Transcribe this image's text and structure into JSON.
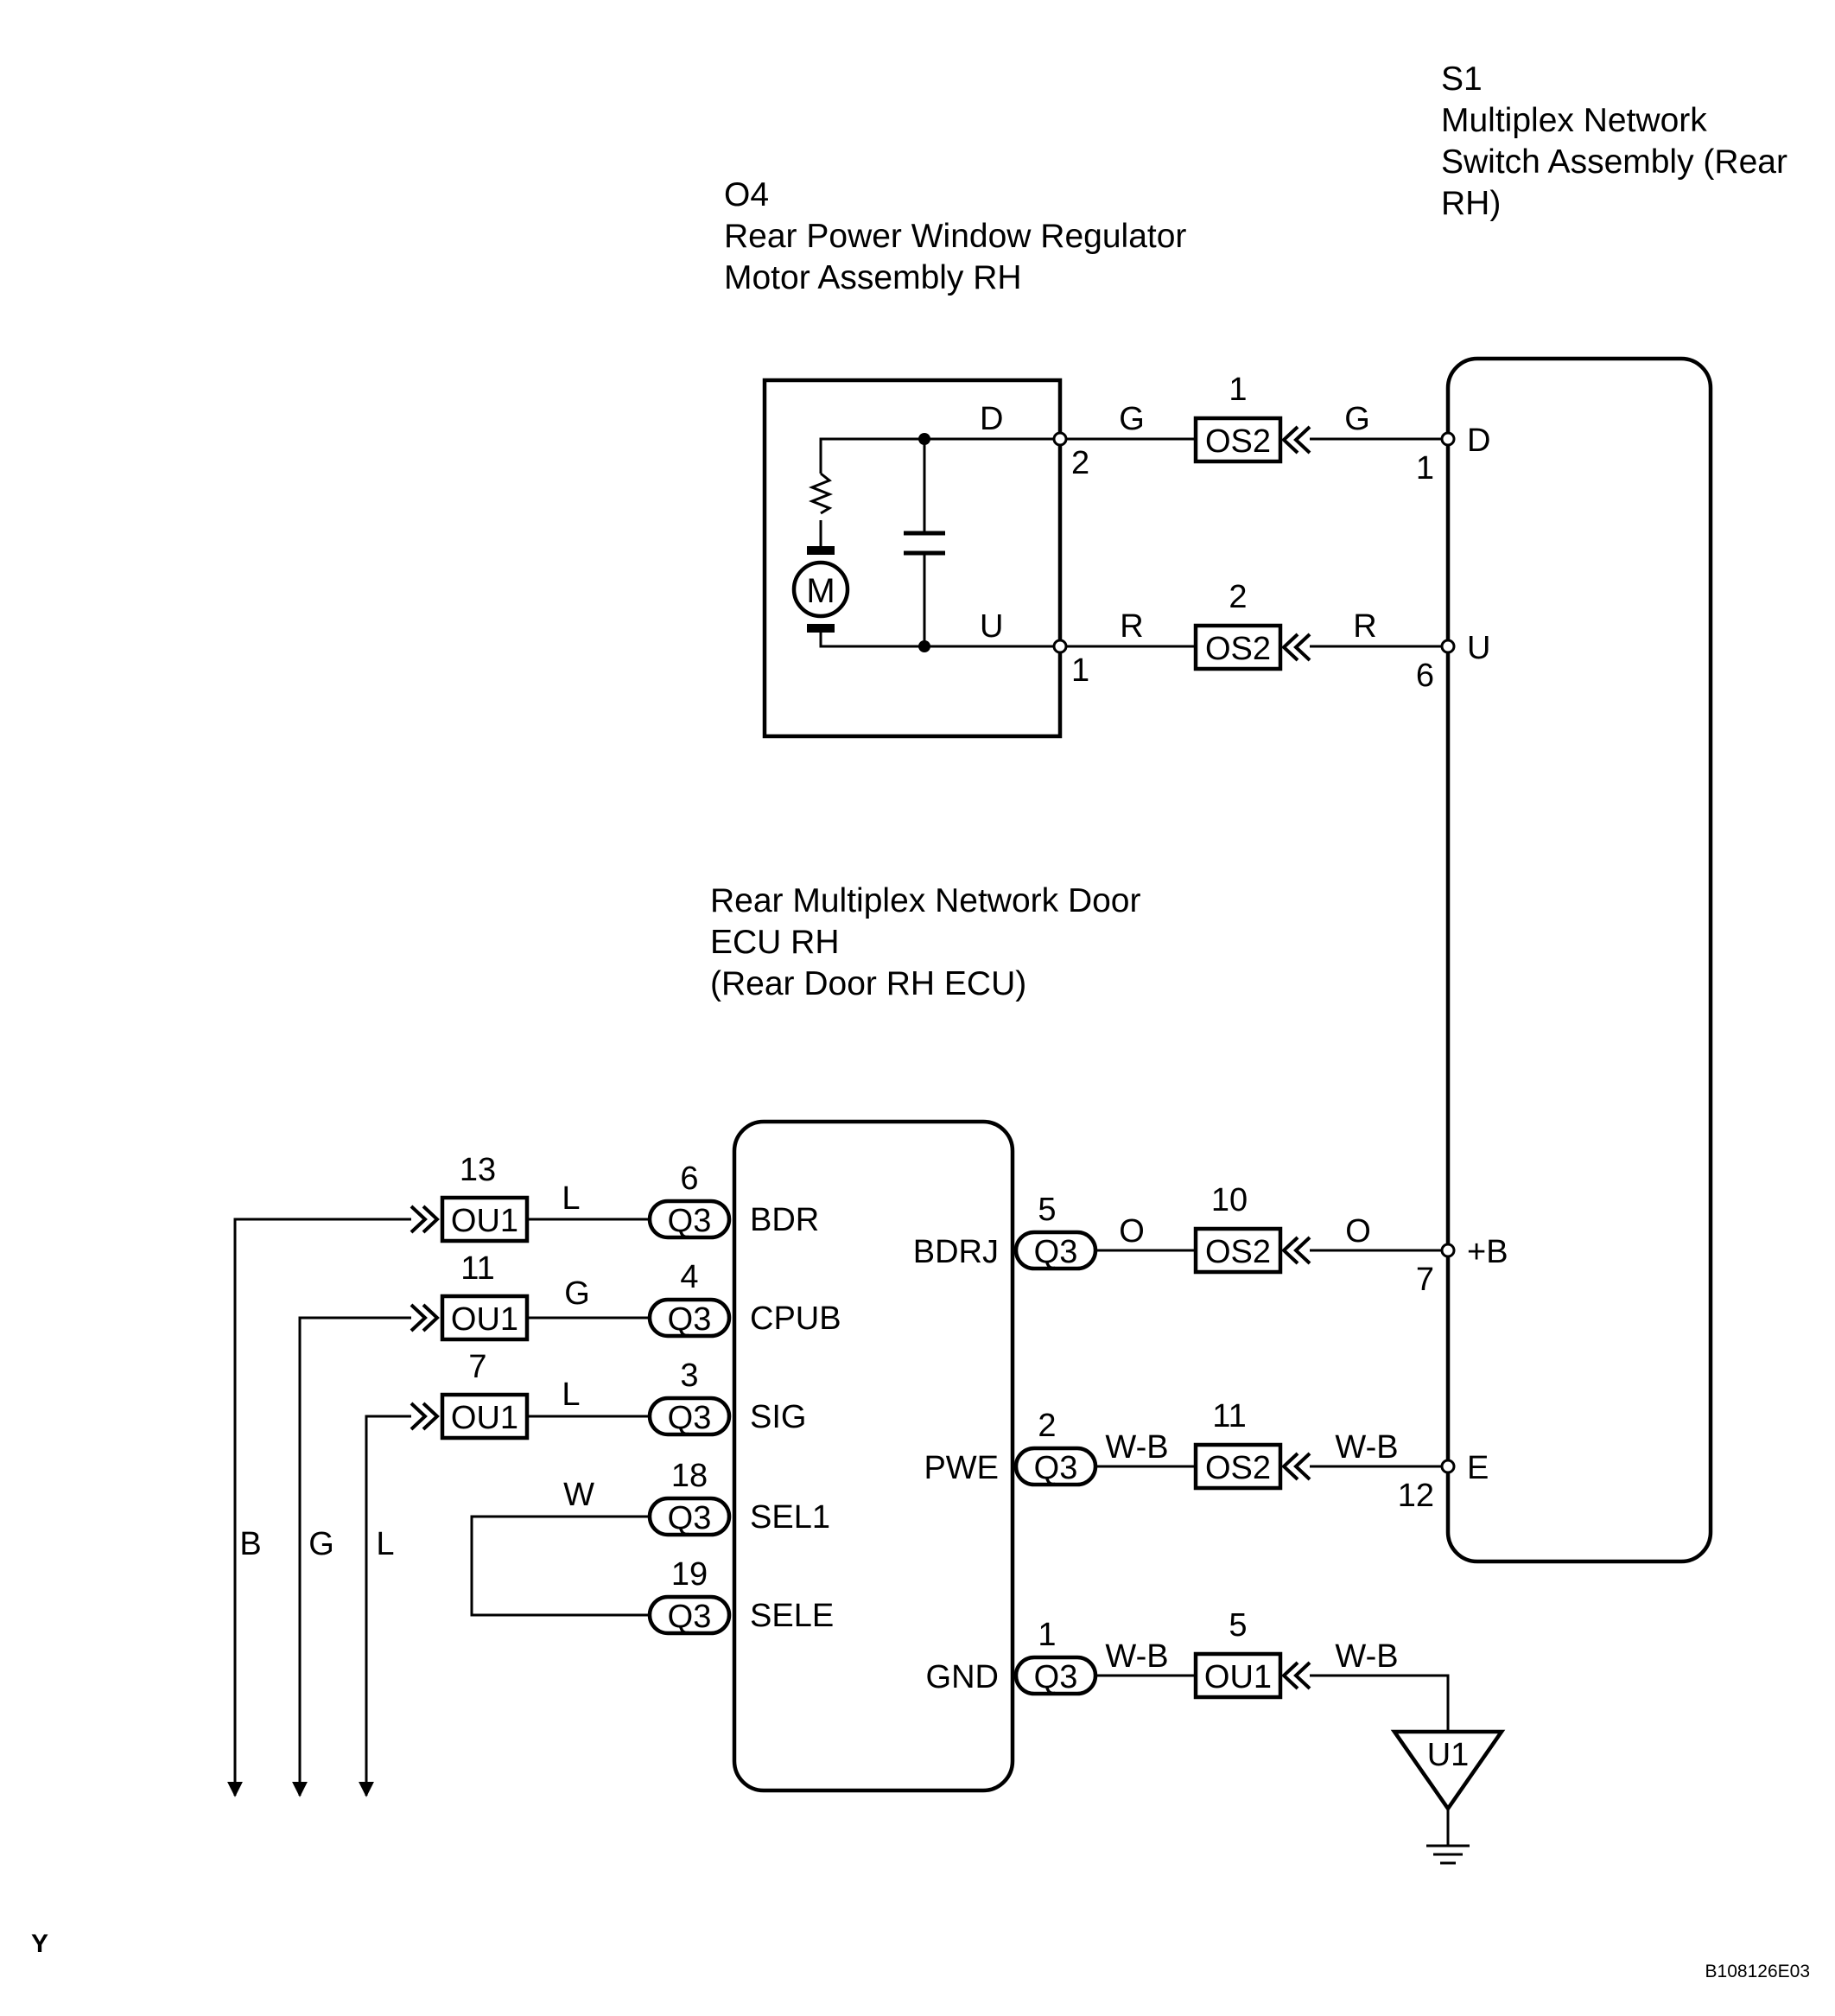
{
  "components": {
    "s1": {
      "code": "S1",
      "name_lines": [
        "Multiplex Network",
        "Switch Assembly (Rear",
        "RH)"
      ]
    },
    "o4": {
      "code": "O4",
      "name_lines": [
        "Rear Power Window Regulator",
        "Motor Assembly RH"
      ]
    },
    "ecu": {
      "name_lines": [
        "Rear Multiplex Network Door",
        "ECU RH",
        "(Rear Door RH ECU)"
      ]
    },
    "motor_symbol": "M",
    "ground_point": "U1"
  },
  "motor_terminals": [
    {
      "label": "D",
      "pin": "2"
    },
    {
      "label": "U",
      "pin": "1"
    }
  ],
  "s1_terminals": [
    {
      "label": "D",
      "pin": "1"
    },
    {
      "label": "U",
      "pin": "6"
    },
    {
      "label": "+B",
      "pin": "7"
    },
    {
      "label": "E",
      "pin": "12"
    }
  ],
  "ecu_left_terminals": [
    {
      "label": "BDR",
      "connector": "Q3",
      "pin": "6"
    },
    {
      "label": "CPUB",
      "connector": "Q3",
      "pin": "4"
    },
    {
      "label": "SIG",
      "connector": "Q3",
      "pin": "3"
    },
    {
      "label": "SEL1",
      "connector": "Q3",
      "pin": "18"
    },
    {
      "label": "SELE",
      "connector": "Q3",
      "pin": "19"
    }
  ],
  "ecu_right_terminals": [
    {
      "label": "BDRJ",
      "connector": "Q3",
      "pin": "5"
    },
    {
      "label": "PWE",
      "connector": "Q3",
      "pin": "2"
    },
    {
      "label": "GND",
      "connector": "Q3",
      "pin": "1"
    }
  ],
  "junction_connectors": [
    {
      "code": "OS2",
      "pin": "1"
    },
    {
      "code": "OS2",
      "pin": "2"
    },
    {
      "code": "OS2",
      "pin": "10"
    },
    {
      "code": "OS2",
      "pin": "11"
    },
    {
      "code": "OU1",
      "pin": "5"
    },
    {
      "code": "OU1",
      "pin": "13"
    },
    {
      "code": "OU1",
      "pin": "11"
    },
    {
      "code": "OU1",
      "pin": "7"
    }
  ],
  "wire_colors": {
    "d_left": "G",
    "d_right": "G",
    "u_left": "R",
    "u_right": "R",
    "bdrj_left": "O",
    "bdrj_right": "O",
    "pwe_left": "W-B",
    "pwe_right": "W-B",
    "gnd_left": "W-B",
    "gnd_right": "W-B",
    "bdr": "L",
    "cpub": "G",
    "sig": "L",
    "sel": "W"
  },
  "continuations": [
    "B",
    "G",
    "L"
  ],
  "corner_letter": "Y",
  "figure_code": "B108126E03"
}
